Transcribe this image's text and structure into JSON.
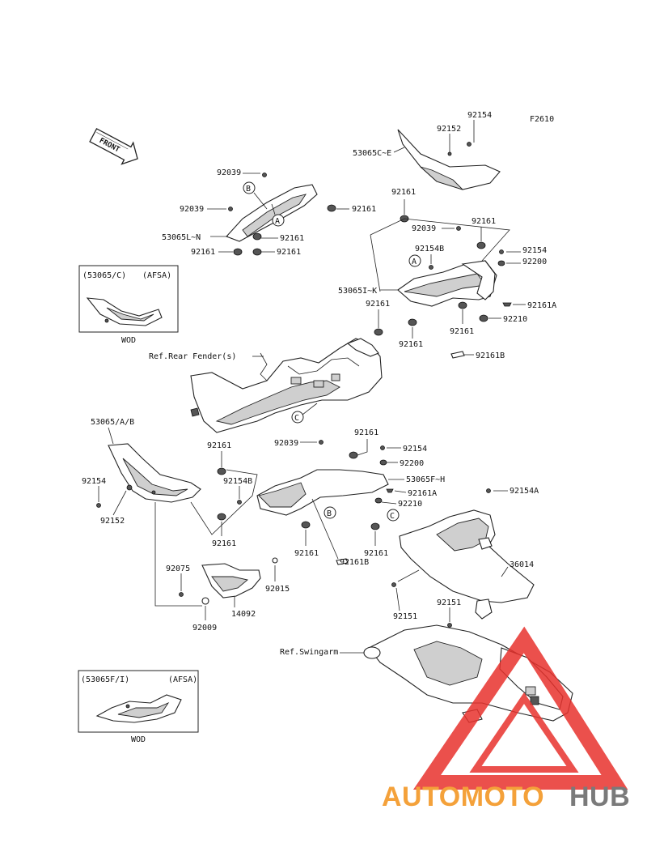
{
  "figure_code": "F2610",
  "front_label": "FRONT",
  "part_labels": {
    "p92154_top": "92154",
    "p92152_top": "92152",
    "p53065CE": "53065C~E",
    "p92039_a": "92039",
    "p92039_b": "92039",
    "p92161_a": "92161",
    "p53065LN": "53065L~N",
    "p92161_b": "92161",
    "p92161_c": "92161",
    "p92161_d": "92161",
    "p92161_e": "92161",
    "p92039_c": "92039",
    "p92161_f": "92161",
    "p92154_b": "92154",
    "p92154B_a": "92154B",
    "p92200_a": "92200",
    "p53065IK": "53065I~K",
    "p92161A_a": "92161A",
    "p92161_g": "92161",
    "p92210_a": "92210",
    "p92161_h": "92161",
    "p92161_i": "92161",
    "p92161B_a": "92161B",
    "ref_rear_fender": "Ref.Rear Fender(s)",
    "p53065AB": "53065/A/B",
    "p92161_j": "92161",
    "p92039_d": "92039",
    "p92161_k": "92161",
    "p92154_c": "92154",
    "p92200_b": "92200",
    "p92154_d": "92154",
    "p92154B_b": "92154B",
    "p53065FH": "53065F~H",
    "p92161A_b": "92161A",
    "p92210_b": "92210",
    "p92152_b": "92152",
    "p92154A": "92154A",
    "p92161_l": "92161",
    "p92161_m": "92161",
    "p92161_n": "92161",
    "p92161B_b": "92161B",
    "p36014": "36014",
    "p92075": "92075",
    "p92015": "92015",
    "p14092": "14092",
    "p92009": "92009",
    "p92151_a": "92151",
    "p92151_b": "92151",
    "ref_swingarm": "Ref.Swingarm"
  },
  "callouts": {
    "A1": "A",
    "B1": "B",
    "A2": "A",
    "C1": "C",
    "B2": "B",
    "C2": "C"
  },
  "inset_top": {
    "title": "(53065/C)",
    "tag": "(AFSA)",
    "caption": "WOD"
  },
  "inset_bottom": {
    "title": "(53065F/I)",
    "tag": "(AFSA)",
    "caption": "WOD"
  },
  "watermark": {
    "part1": "AUTOMOTO",
    "part2": "HUB",
    "color1": "#f4a13a",
    "color2": "#7a7a7a",
    "triangle_color": "#e8322d"
  }
}
